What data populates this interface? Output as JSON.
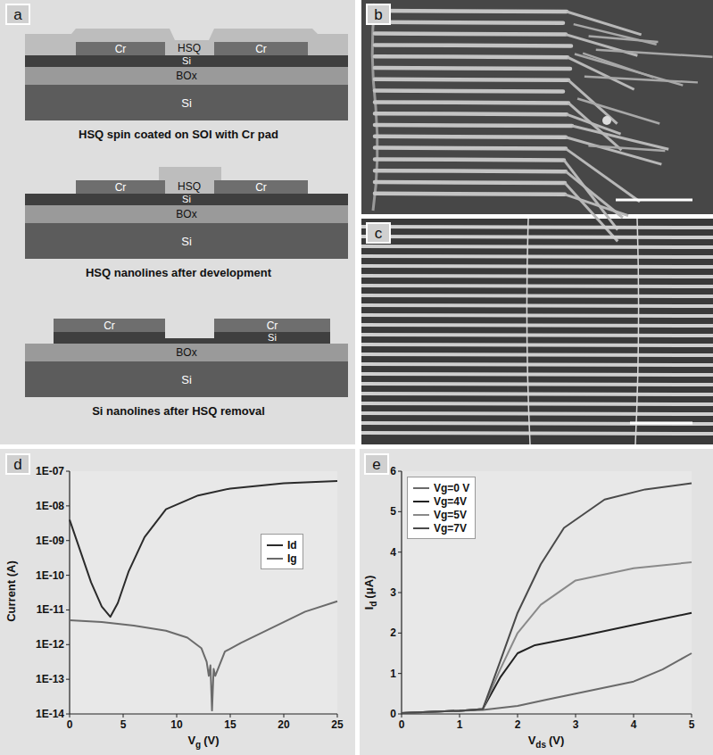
{
  "diagram": {
    "nodes": [
      {
        "text": [
          "a"
        ]
      },
      {
        "text": [
          "Cr"
        ]
      },
      {
        "text": [
          "HSQ"
        ]
      },
      {
        "text": [
          "Cr"
        ]
      },
      {
        "text": [
          "Si"
        ]
      },
      {
        "text": [
          "BOx"
        ]
      },
      {
        "text": [
          "Si"
        ]
      },
      {
        "text": [
          "Cr"
        ]
      },
      {
        "text": [
          "HSQ"
        ]
      },
      {
        "text": [
          "Cr"
        ]
      },
      {
        "text": [
          "Si"
        ]
      },
      {
        "text": [
          "BOx"
        ]
      },
      {
        "text": [
          "Si"
        ]
      },
      {
        "text": [
          "Cr"
        ]
      },
      {
        "text": [
          "Cr"
        ]
      },
      {
        "text": [
          "Si"
        ]
      },
      {
        "text": [
          "BOx"
        ]
      },
      {
        "text": [
          "Si"
        ]
      },
      {
        "text": [
          "b"
        ]
      },
      {
        "text": [
          "c"
        ]
      },
      {
        "text": [
          "d"
        ]
      },
      {
        "text": [
          "e"
        ]
      }
    ],
    "labels": [
      "HSQ spin coated on SOI with Cr pad",
      "HSQ nanolines after development",
      "Si nanolines after HSQ removal",
      "1E-07",
      "1E-08",
      "1E-09",
      "1E-10",
      "1E-11",
      "1E-12",
      "1E-13",
      "1E-14",
      "Current (A)",
      "0",
      "5",
      "10",
      "15",
      "20",
      "25",
      "V",
      "g",
      "(V)",
      "0",
      "1",
      "2",
      "3",
      "4",
      "5",
      "6",
      "I",
      "d",
      "(μA)",
      "0",
      "1",
      "2",
      "3",
      "4",
      "5",
      "V",
      "ds",
      "(V)"
    ],
    "legend": [
      {
        "text": "Id"
      },
      {
        "text": "Ig"
      },
      {
        "text": "Vg=0 V"
      },
      {
        "text": "Vg=4V"
      },
      {
        "text": "Vg=5V"
      },
      {
        "text": "Vg=7V"
      }
    ]
  }
}
